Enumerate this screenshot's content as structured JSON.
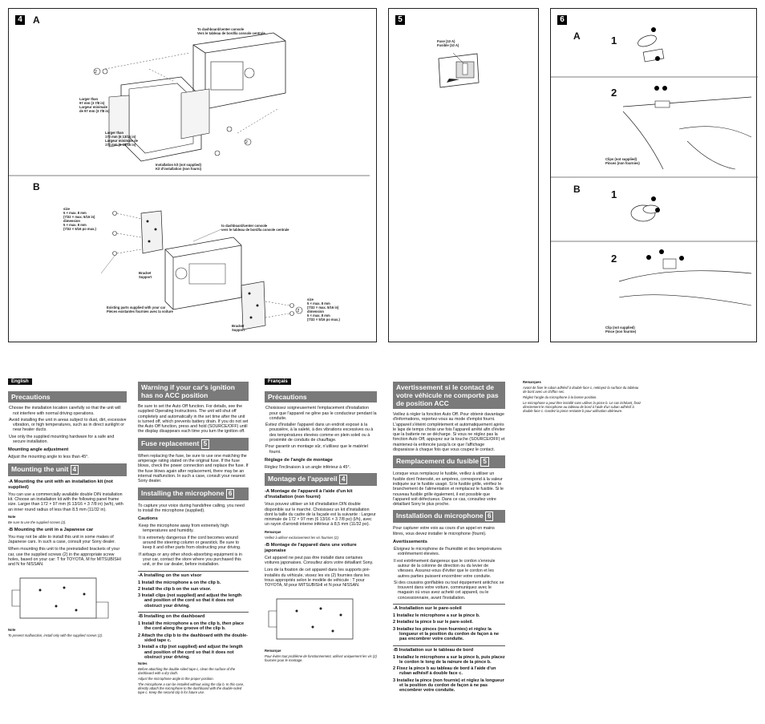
{
  "panels": {
    "p4": {
      "badge": "4",
      "secA": "A",
      "secB": "B",
      "a_labels": {
        "dash": "To dashboard/center console\nVers le tableau de bord/la console centrale",
        "larger97": "Larger than\n97 mm (3 7/8 in)\nLargeur minimale\nde 97 mm (3 7/8 in)",
        "larger172": "Larger than\n172 mm (6 13/16 in)\nLargeur minimale de\n172 mm (6 13/16 in)",
        "kit": "Installation kit (not supplied)\nKit d'installation (non fourni)",
        "c1": "1",
        "c2": "2"
      },
      "b_labels": {
        "size1": "size\n5 × max. 8 mm\n(7/32 × max. 5/16 in)\ndimension\n5 × max. 8 mm\n(7/32 × 5/16 po max.)",
        "dash": "to dashboard/center console\nvers le tableau de bord/la console centrale",
        "bracket1": "Bracket\nSupport",
        "existing": "Existing parts supplied with your car\nPièces existantes fournies avec la voiture",
        "size2": "size\n5 × max. 8 mm\n(7/32 × max. 5/16 in)\ndimension\n5 × max. 8 mm\n(7/32 × 5/16 po max.)",
        "bracket2": "Bracket\nSupport",
        "c2": "2"
      }
    },
    "p5": {
      "badge": "5",
      "fuse": "Fuse (10 A)\nFusible (10 A)"
    },
    "p6": {
      "badge": "6",
      "secA": "A",
      "secB": "B",
      "n1a": "1",
      "n2a": "2",
      "n1b": "1",
      "n2b": "2",
      "clipsA": "Clips (not supplied)\nPinces (non fournies)",
      "clipB": "Clip (not supplied)\nPince (non fournie)"
    }
  },
  "english": {
    "lang": "English",
    "precautions": {
      "title": "Precautions",
      "items": [
        "Choose the installation location carefully so that the unit will not interfere with normal driving operations.",
        "Avoid installing the unit in areas subject to dust, dirt, excessive vibration, or high temperatures, such as in direct sunlight or near heater ducts.",
        "Use only the supplied mounting hardware for a safe and secure installation."
      ]
    },
    "angle": {
      "title": "Mounting angle adjustment",
      "text": "Adjust the mounting angle to less than 45°."
    },
    "mounting": {
      "title": "Mounting the unit",
      "ref": "4",
      "a_title": "-A  Mounting the unit with an installation kit (not supplied)",
      "a_text": "You can use a commercially available double DIN installation kit. Choose an installation kit with the following panel frame size. Larger than 172 × 97 mm (6 13/16 × 3 7/8 in) (w/h), with an inner round radius of less than 8.5 mm (11/32 in).",
      "a_note_lbl": "Note",
      "a_note": "Be sure to use the supplied screws (2).",
      "b_title": "-B  Mounting the unit in a Japanese car",
      "b_text1": "You may not be able to install this unit in some makes of Japanese cars. In such a case, consult your Sony dealer.",
      "b_text2": "When mounting this unit to the preinstalled brackets of your car, use the supplied screws (2) in the appropriate screw holes, based on your car: T for TOYOTA, M for MITSUBISHI and N for NISSAN.",
      "b_note_lbl": "Note",
      "b_note": "To prevent malfunction, install only with the supplied screws (2)."
    },
    "warning": {
      "title": "Warning if your car's ignition has no ACC position",
      "text": "Be sure to set the Auto Off function. For details, see the supplied Operating Instructions. The unit will shut off completely and automatically in the set time after the unit is turned off, which prevents battery drain. If you do not set the Auto Off function, press and hold (SOURCE/OFF) until the display disappears each time you turn the ignition off."
    },
    "fuse": {
      "title": "Fuse replacement",
      "ref": "5",
      "text": "When replacing the fuse, be sure to use one matching the amperage rating stated on the original fuse. If the fuse blows, check the power connection and replace the fuse. If the fuse blows again after replacement, there may be an internal malfunction. In such a case, consult your nearest Sony dealer."
    },
    "mic": {
      "title": "Installing the microphone",
      "ref": "6",
      "text": "To capture your voice during handsfree calling, you need to install the microphone (supplied).",
      "cautions_lbl": "Cautions",
      "cautions": [
        "Keep the microphone away from extremely high temperatures and humidity.",
        "It is extremely dangerous if the cord becomes wound around the steering column or gearstick. Be sure to keep it and other parts from obstructing your driving.",
        "If airbags or any other shock-absorbing equipment is in your car, contact the store where you purchased this unit, or the car dealer, before installation."
      ],
      "a_title": "-A  Installing on the sun visor",
      "a_steps": [
        "1  Install the microphone a on the clip b.",
        "2  Install the clip b on the sun visor.",
        "3  Install clips (not supplied) and adjust the length and position of the cord so that it does not obstruct your driving."
      ],
      "b_title": "-B  Installing on the dashboard",
      "b_steps": [
        "1  Install the microphone a on the clip b, then place the cord along the groove of the clip b.",
        "2  Attach the clip b to the dashboard with the double-sided tape c.",
        "3  Install a clip (not supplied) and adjust the length and position of the cord so that it does not obstruct your driving."
      ],
      "notes_lbl": "Notes",
      "notes": [
        "Before attaching the double-sided tape c, clean the surface of the dashboard with a dry cloth.",
        "Adjust the microphone angle to the proper position.",
        "The microphone a can be installed without using the clip b. In this case, directly attach the microphone to the dashboard with the double-sided tape c. Keep the second clip b for future use."
      ]
    }
  },
  "french": {
    "lang": "Français",
    "precautions": {
      "title": "Précautions",
      "items": [
        "Choisissez soigneusement l'emplacement d'installation pour que l'appareil ne gêne pas le conducteur pendant la conduite.",
        "Évitez d'installer l'appareil dans un endroit exposé à la poussière, à la saleté, à des vibrations excessives ou à des températures élevées comme en plein soleil ou à proximité de conduits de chauffage.",
        "Pour garantir un montage sûr, n'utilisez que le matériel fourni."
      ]
    },
    "angle": {
      "title": "Réglage de l'angle de montage",
      "text": "Réglez l'inclinaison à un angle inférieur à 45°."
    },
    "mounting": {
      "title": "Montage de l'appareil",
      "ref": "4",
      "a_title": "-A  Montage de l'appareil à l'aide d'un kit d'installation (non fourni)",
      "a_text": "Vous pouvez utiliser un kit d'installation DIN double disponible sur le marché. Choisissez un kit d'installation dont la taille du cadre de la façade est la suivante : Largeur minimale de 172 × 97 mm (6 13/16 × 3 7/8 po) (l/h), avec un rayon d'arrondi interne inférieur à 8,5 mm (11/32 po).",
      "a_note_lbl": "Remarque",
      "a_note": "Veillez à utiliser exclusivement les vis fournies (2).",
      "b_title": "-B  Montage de l'appareil dans une voiture japonaise",
      "b_text1": "Cet appareil ne peut pas être installé dans certaines voitures japonaises. Consultez alors votre détaillant Sony.",
      "b_text2": "Lors de la fixation de cet appareil dans les supports pré-installés du véhicule, vissez les vis (2) fournies dans les trous appropriés selon le modèle de véhicule : T pour TOYOTA, M pour MITSUBISHI et N pour NISSAN.",
      "b_note_lbl": "Remarque",
      "b_note": "Pour éviter tout problème de fonctionnement, utilisez uniquement les vis (2) fournies pour le montage."
    },
    "warning": {
      "title": "Avertissement si le contact de votre véhicule ne comporte pas de position ACC",
      "text": "Veillez à régler la fonction Auto Off. Pour obtenir davantage d'informations, reportez-vous au mode d'emploi fourni. L'appareil s'éteint complètement et automatiquement après le laps de temps choisi une fois l'appareil arrêté afin d'éviter que la batterie ne se décharge. Si vous ne réglez pas la fonction Auto Off, appuyez sur la touche (SOURCE/OFF) et maintenez-la enfoncée jusqu'à ce que l'affichage disparaisse à chaque fois que vous coupez le contact."
    },
    "fuse": {
      "title": "Remplacement du fusible",
      "ref": "5",
      "text": "Lorsque vous remplacez le fusible, veillez à utiliser un fusible dont l'intensité, en ampères, correspond à la valeur indiquée sur le fusible usagé. Si le fusible grille, vérifiez le branchement de l'alimentation et remplacez le fusible. Si le nouveau fusible grille également, il est possible que l'appareil soit défectueux. Dans ce cas, consultez votre détaillant Sony le plus proche."
    },
    "mic": {
      "title": "Installation du microphone",
      "ref": "6",
      "text": "Pour capturer votre voix au cours d'un appel en mains libres, vous devez installer le microphone (fourni).",
      "cautions_lbl": "Avertissements",
      "cautions": [
        "Éloignez le microphone de l'humidité et des températures extrêmement élevées.",
        "Il est extrêmement dangereux que le cordon s'enroule autour de la colonne de direction ou du levier de vitesses. Assurez-vous d'éviter que le cordon et les autres parties puissent encombrer votre conduite.",
        "Si des coussins gonflables ou tout équipement antichoc se trouvent dans votre voiture, communiquez avec le magasin où vous avez acheté cet appareil, ou le concessionnaire, avant l'installation."
      ],
      "a_title": "-A  Installation sur le pare-soleil",
      "a_steps": [
        "1  Installez le microphone a sur la pince b.",
        "2  Installez la pince b sur le pare-soleil.",
        "3  Installez les pinces (non fournies) et réglez la longueur et la position du cordon de façon à ne pas encombrer votre conduite."
      ],
      "b_title": "-B  Installation sur le tableau de bord",
      "b_steps": [
        "1  Installez le microphone a sur la pince b, puis placez le cordon le long de la rainure de la pince b.",
        "2  Fixez la pince b au tableau de bord à l'aide d'un ruban adhésif à double face c.",
        "3  Installez la pince (non fournie) et réglez la longueur et la position du cordon de façon à ne pas encombrer votre conduite."
      ],
      "notes_lbl": "Remarques",
      "notes": [
        "Avant de fixer le ruban adhésif à double face c, nettoyez la surface du tableau de bord avec un chiffon sec.",
        "Réglez l'angle du microphone à la bonne position.",
        "Le microphone a peut être installé sans utiliser la pince b. Le cas échéant, fixez directement le microphone au tableau de bord à l'aide d'un ruban adhésif à double face c. Gardez la pince restante b pour utilisation ultérieure."
      ]
    }
  }
}
